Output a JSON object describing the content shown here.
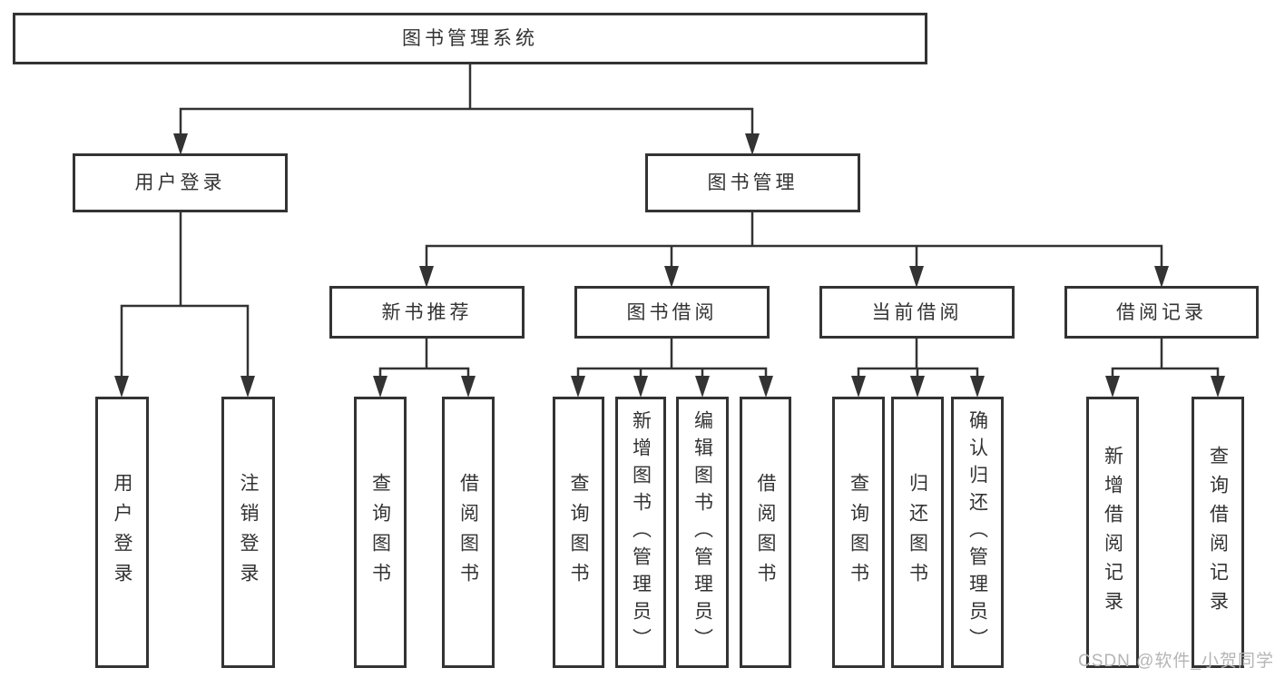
{
  "diagram": {
    "type": "functional-structure-tree",
    "root": {
      "label": "图书管理系统"
    },
    "branches": [
      {
        "label": "用户登录",
        "children": [
          {
            "label": "用户登录"
          },
          {
            "label": "注销登录"
          }
        ]
      },
      {
        "label": "图书管理",
        "children": [
          {
            "label": "新书推荐",
            "children": [
              {
                "label": "查询图书"
              },
              {
                "label": "借阅图书"
              }
            ]
          },
          {
            "label": "图书借阅",
            "children": [
              {
                "label": "查询图书"
              },
              {
                "label": "新增图书（管理员）"
              },
              {
                "label": "编辑图书（管理员）"
              },
              {
                "label": "借阅图书"
              }
            ]
          },
          {
            "label": "当前借阅",
            "children": [
              {
                "label": "查询图书"
              },
              {
                "label": "归还图书"
              },
              {
                "label": "确认归还（管理员）"
              }
            ]
          },
          {
            "label": "借阅记录",
            "children": [
              {
                "label": "新增借阅记录"
              },
              {
                "label": "查询借阅记录"
              }
            ]
          }
        ]
      }
    ]
  },
  "colors": {
    "line": "#333333",
    "box_border": "#333333",
    "box_fill": "#ffffff",
    "text": "#333333",
    "watermark": "#b5b5b5",
    "background": "#ffffff"
  },
  "watermark": {
    "text": "CSDN @软件_小贺同学"
  }
}
